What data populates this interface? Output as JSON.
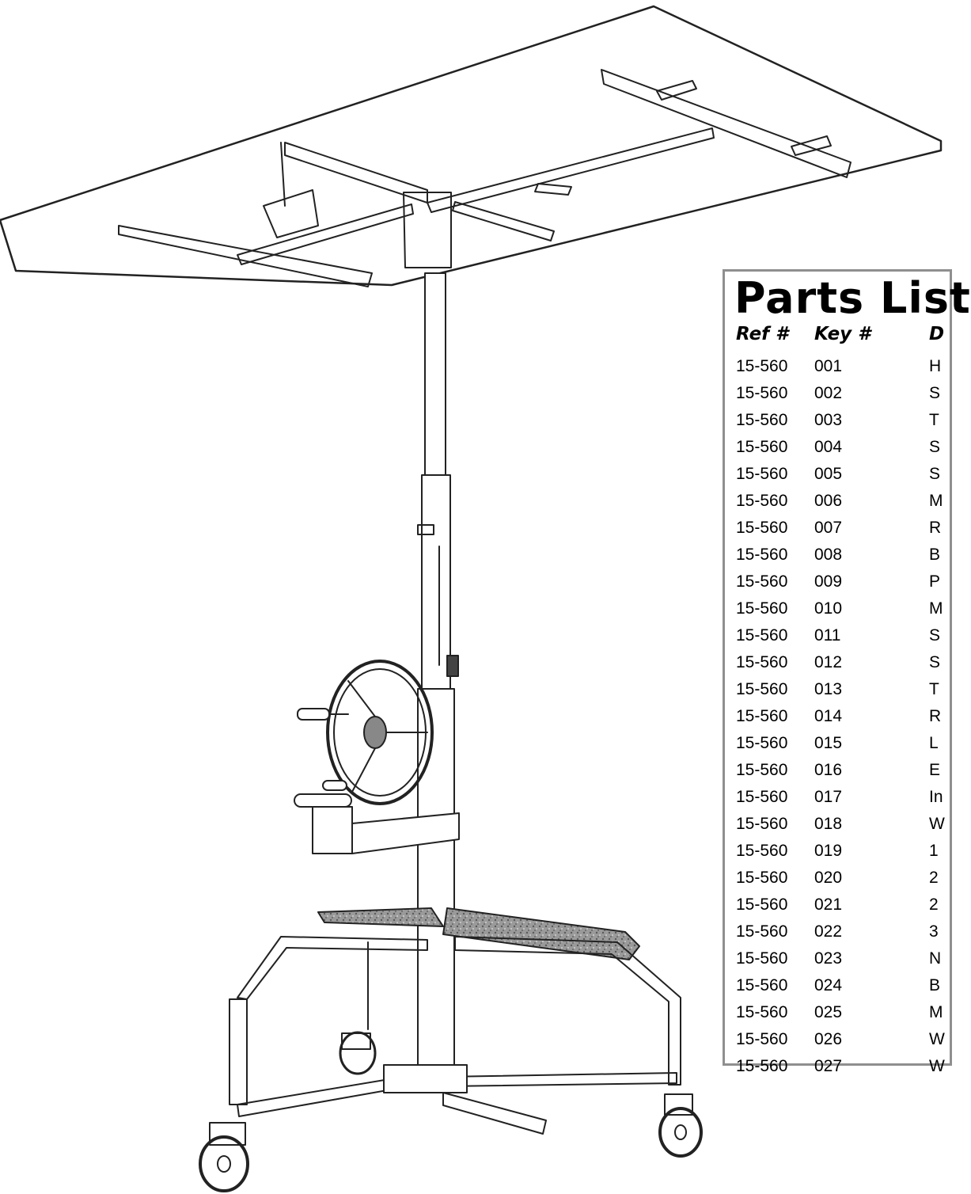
{
  "parts_list": {
    "title": "Parts List",
    "columns": [
      "Ref #",
      "Key #",
      "D"
    ],
    "rows": [
      {
        "ref": "15-560",
        "key": "001",
        "desc": "H"
      },
      {
        "ref": "15-560",
        "key": "002",
        "desc": "S"
      },
      {
        "ref": "15-560",
        "key": "003",
        "desc": "T"
      },
      {
        "ref": "15-560",
        "key": "004",
        "desc": "S"
      },
      {
        "ref": "15-560",
        "key": "005",
        "desc": "S"
      },
      {
        "ref": "15-560",
        "key": "006",
        "desc": "M"
      },
      {
        "ref": "15-560",
        "key": "007",
        "desc": "R"
      },
      {
        "ref": "15-560",
        "key": "008",
        "desc": "B"
      },
      {
        "ref": "15-560",
        "key": "009",
        "desc": "P"
      },
      {
        "ref": "15-560",
        "key": "010",
        "desc": "M"
      },
      {
        "ref": "15-560",
        "key": "011",
        "desc": "S"
      },
      {
        "ref": "15-560",
        "key": "012",
        "desc": "S"
      },
      {
        "ref": "15-560",
        "key": "013",
        "desc": "T"
      },
      {
        "ref": "15-560",
        "key": "014",
        "desc": "R"
      },
      {
        "ref": "15-560",
        "key": "015",
        "desc": "L"
      },
      {
        "ref": "15-560",
        "key": "016",
        "desc": "E"
      },
      {
        "ref": "15-560",
        "key": "017",
        "desc": "In"
      },
      {
        "ref": "15-560",
        "key": "018",
        "desc": "W"
      },
      {
        "ref": "15-560",
        "key": "019",
        "desc": "1"
      },
      {
        "ref": "15-560",
        "key": "020",
        "desc": "2"
      },
      {
        "ref": "15-560",
        "key": "021",
        "desc": "2"
      },
      {
        "ref": "15-560",
        "key": "022",
        "desc": "3"
      },
      {
        "ref": "15-560",
        "key": "023",
        "desc": "N"
      },
      {
        "ref": "15-560",
        "key": "024",
        "desc": "B"
      },
      {
        "ref": "15-560",
        "key": "025",
        "desc": "M"
      },
      {
        "ref": "15-560",
        "key": "026",
        "desc": "W"
      },
      {
        "ref": "15-560",
        "key": "027",
        "desc": "W"
      }
    ]
  },
  "colors": {
    "line": "#222222",
    "panel_border": "#8f8f8f",
    "deck": "#8a8a8a"
  }
}
